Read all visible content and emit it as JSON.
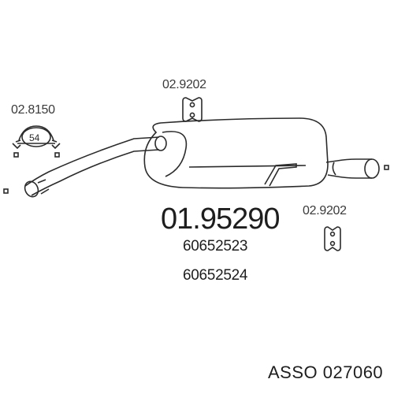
{
  "labels": {
    "clamp_part": "02.8150",
    "clamp_diameter": "54",
    "hanger_top_part": "02.9202",
    "hanger_right_part": "02.9202",
    "muffler_part": "01.95290",
    "oem_ref_1": "60652523",
    "oem_ref_2": "60652524",
    "brand_code": "ASSO 027060"
  }
}
